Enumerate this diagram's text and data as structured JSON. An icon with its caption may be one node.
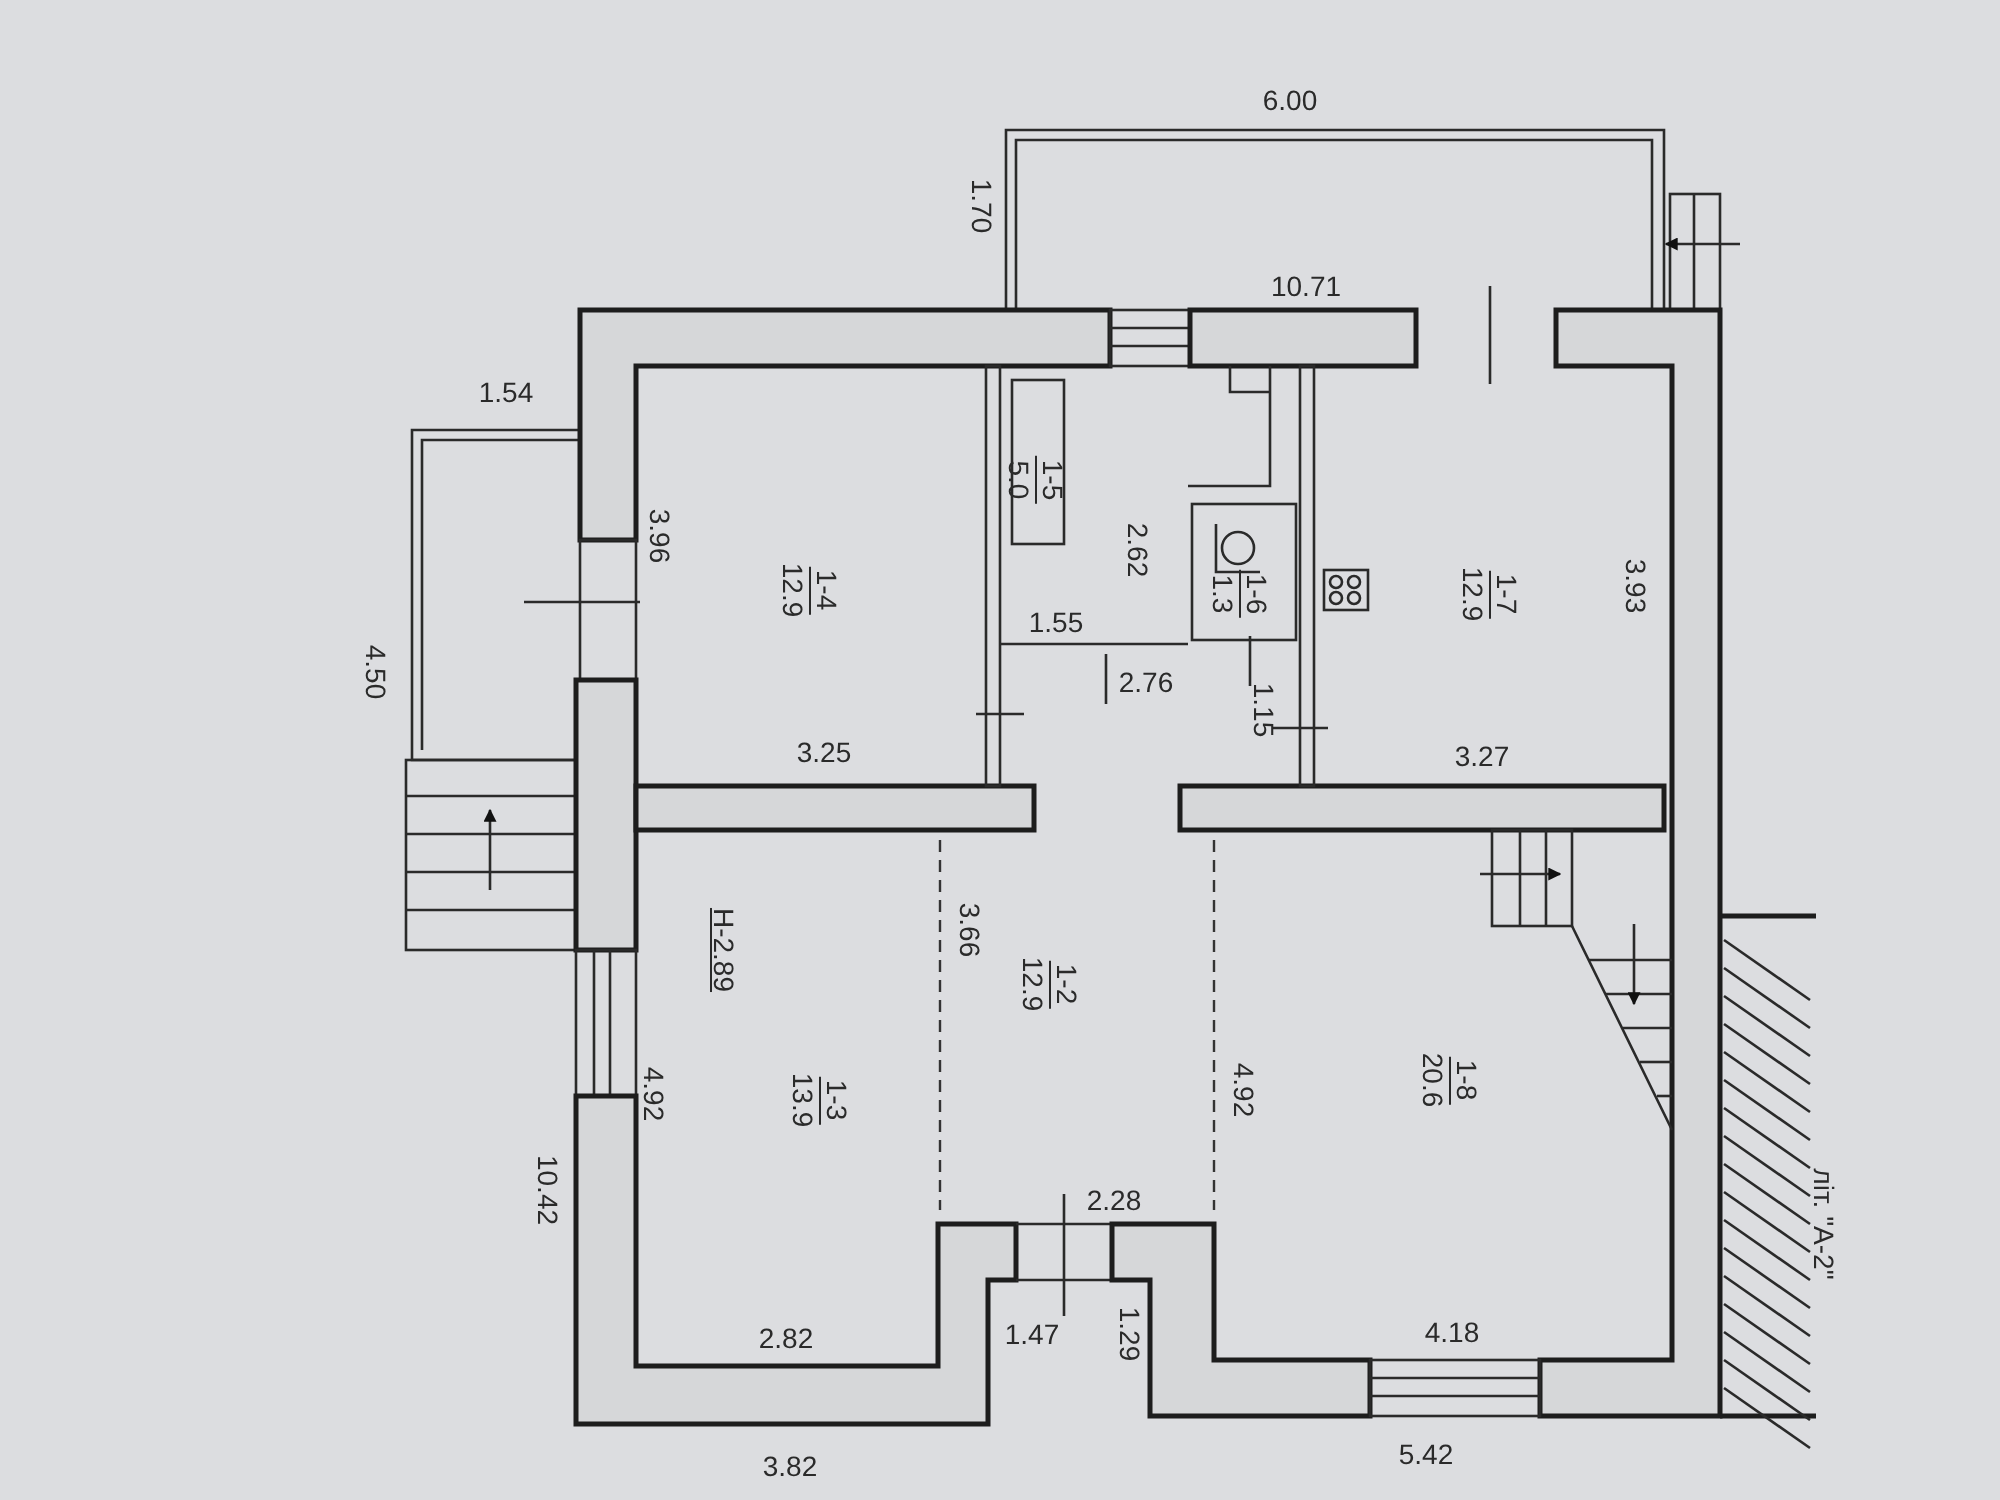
{
  "diagram": {
    "nodes": [
      {
        "text": [
          "1-4",
          "12.9"
        ]
      },
      {
        "text": [
          "1-5",
          "5.0"
        ]
      },
      {
        "text": [
          "1-6",
          "1.3"
        ]
      },
      {
        "text": [
          "1-7",
          "12.9"
        ]
      },
      {
        "text": [
          "1-3",
          "13.9"
        ]
      },
      {
        "text": [
          "1-2",
          "12.9"
        ]
      },
      {
        "text": [
          "1-8",
          "20.6"
        ]
      }
    ],
    "edges": [],
    "labels": [
      "6.00",
      "1.70",
      "10.71",
      "1.54",
      "3.96",
      "2.62",
      "1.55",
      "2.76",
      "1.15",
      "3.93",
      "4.50",
      "3.25",
      "3.27",
      "3.66",
      "Н-2.89",
      "4.92",
      "4.92",
      "10.42",
      "2.28",
      "2.82",
      "1.47",
      "1.29",
      "4.18",
      "3.82",
      "5.42",
      "літ. \"А-2\""
    ]
  }
}
